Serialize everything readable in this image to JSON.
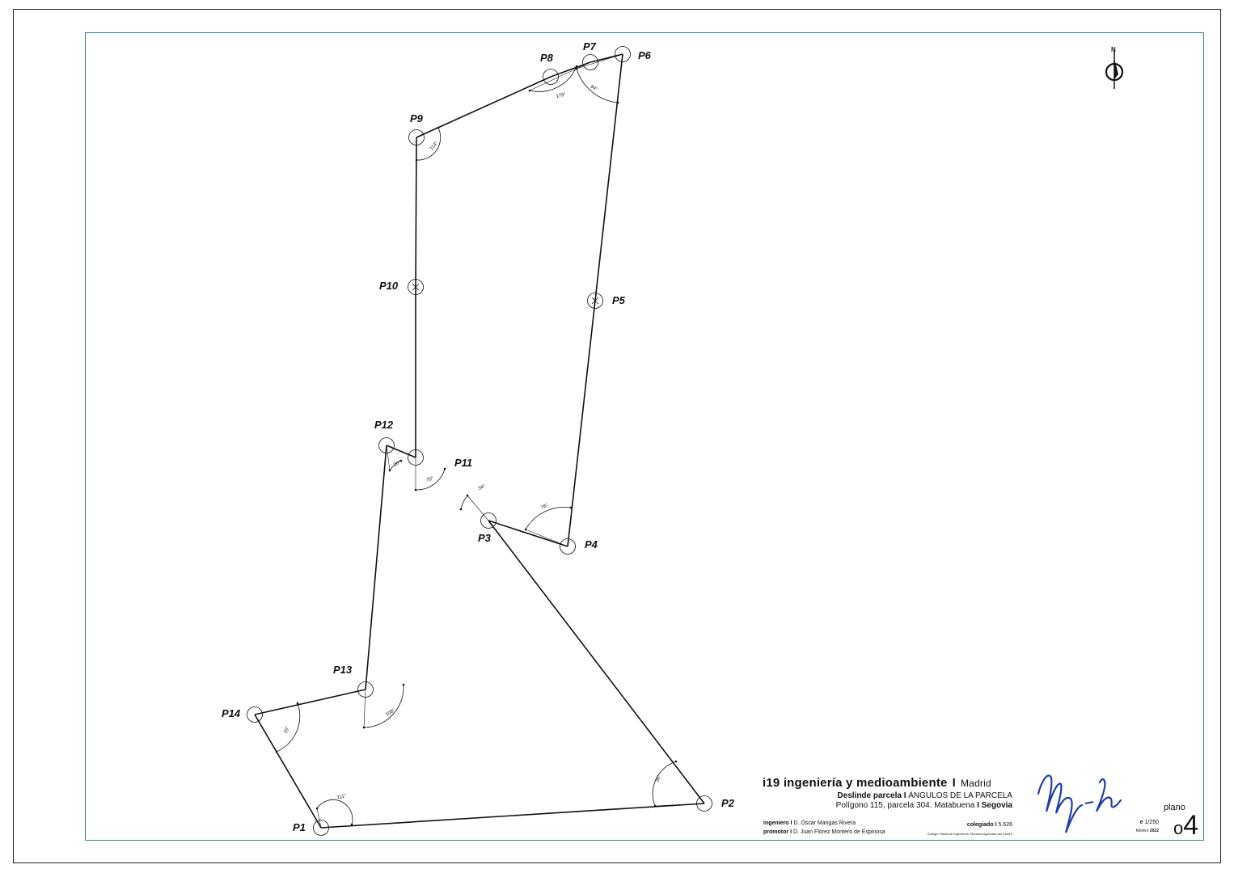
{
  "points": [
    {
      "id": "P1",
      "label": "P1"
    },
    {
      "id": "P2",
      "label": "P2"
    },
    {
      "id": "P3",
      "label": "P3"
    },
    {
      "id": "P4",
      "label": "P4"
    },
    {
      "id": "P5",
      "label": "P5"
    },
    {
      "id": "P6",
      "label": "P6"
    },
    {
      "id": "P7",
      "label": "P7"
    },
    {
      "id": "P8",
      "label": "P8"
    },
    {
      "id": "P9",
      "label": "P9"
    },
    {
      "id": "P10",
      "label": "P10"
    },
    {
      "id": "P11",
      "label": "P11"
    },
    {
      "id": "P12",
      "label": "P12"
    },
    {
      "id": "P13",
      "label": "P13"
    },
    {
      "id": "P14",
      "label": "P14"
    }
  ],
  "angles": [
    {
      "vertex": "P1",
      "value": "111°"
    },
    {
      "vertex": "P2",
      "value": "36°"
    },
    {
      "vertex": "P3",
      "value": "34°"
    },
    {
      "vertex": "P4",
      "value": "76°"
    },
    {
      "vertex": "P6",
      "value": "84°"
    },
    {
      "vertex": "P7",
      "value": "179°"
    },
    {
      "vertex": "P9",
      "value": "114°"
    },
    {
      "vertex": "P11",
      "value": "70°"
    },
    {
      "vertex": "P12",
      "value": "20°"
    },
    {
      "vertex": "P13",
      "value": "108°"
    },
    {
      "vertex": "P14",
      "value": "75°"
    }
  ],
  "north": {
    "label": "N"
  },
  "title_block": {
    "company": "i19 ingeniería y medioambiente",
    "separator": "I",
    "city": "Madrid",
    "project_bold": "Deslinde parcela",
    "project_title": "ÁNGULOS DE LA PARCELA",
    "location": "Polígono 115, parcela 304. Matabuena",
    "province": "Segovia",
    "engineer_label": "ingeniero",
    "engineer_name": "D. Óscar Mangas Rivera",
    "promoter_label": "promotor",
    "promoter_name": "D. Juan Flórez Montero de Espinosa",
    "colegiado_label": "colegiado",
    "colegiado_number": "5.626",
    "colegio": "Colegio Oficial de Ingenieros Técnicos Agrícolas del Centro",
    "plano_label": "plano",
    "plano_prefix": "o",
    "plano_number": "4",
    "scale_label": "e",
    "scale_value": "1/250",
    "date_month": "febrero",
    "date_year": "2022"
  }
}
